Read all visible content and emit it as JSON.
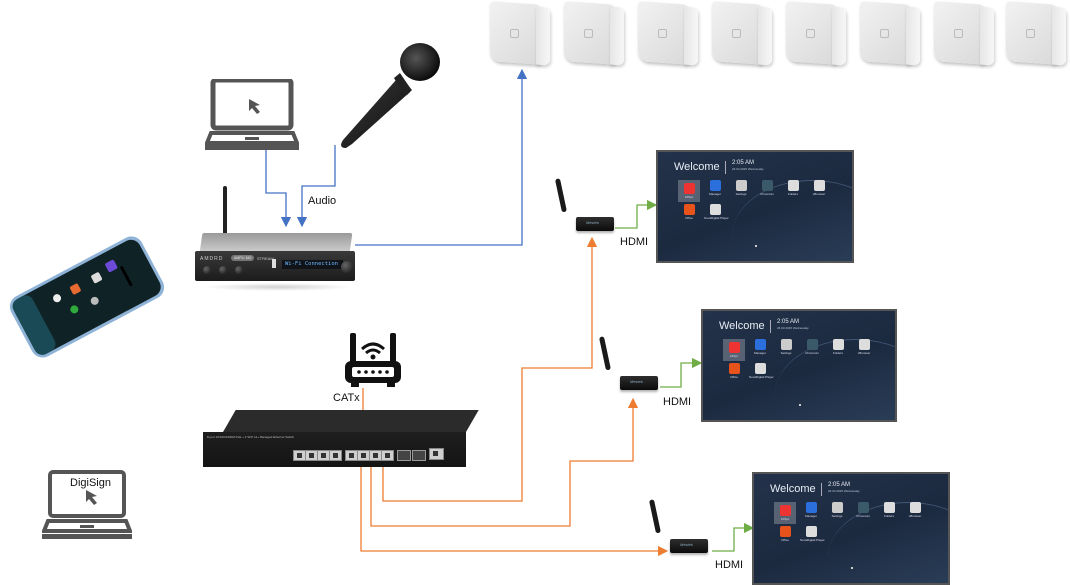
{
  "diagram": {
    "title": "AV over IP: Speakers, Amplifier Streamer and Digital Signage Players",
    "labels": {
      "audio": "Audio",
      "catx": "CATx",
      "hdmi_1": "HDMI",
      "hdmi_2": "HDMI",
      "hdmi_3": "HDMI",
      "digisign": "DigiSign"
    },
    "speakers": {
      "count": 8,
      "color": "#e9e9e9"
    },
    "amplifier": {
      "brand": "AMDRD",
      "model": "AMPLI 160",
      "mode": "STREAM",
      "display_text": "Wi-Fi Connection"
    },
    "media_player": {
      "brand": "Mestek",
      "count": 3
    },
    "screens": [
      {
        "welcome": "Welcome",
        "time": "2:05 AM",
        "date": "26.03.2025 Wednesday",
        "apps": [
          "InfSpc",
          "Manager",
          "Settings",
          "Chromium",
          "Folders",
          "vBrowser",
          "Office",
          "NovaDigital Player"
        ],
        "selected_app": "InfSpc"
      },
      {
        "welcome": "Welcome",
        "time": "2:05 AM",
        "date": "26.03.2025 Wednesday",
        "apps": [
          "InfSpc",
          "Manager",
          "Settings",
          "Chromium",
          "Folders",
          "vBrowser",
          "Office",
          "NovaDigital Player"
        ],
        "selected_app": "InfSpc"
      },
      {
        "welcome": "Welcome",
        "time": "2:05 AM",
        "date": "26.03.2025 Wednesday",
        "apps": [
          "InfSpc",
          "Manager",
          "Settings",
          "Chromium",
          "Folders",
          "vBrowser",
          "Office",
          "NovaDigital Player"
        ],
        "selected_app": "InfSpc"
      }
    ],
    "switch": {
      "caption": "8-port 10/100/1000M PoE + 2 SFP L2+ Managed Ethernet Switch",
      "rj45_ports": 8,
      "sfp_ports": 2
    },
    "connections": [
      {
        "from": "laptop",
        "to": "amplifier",
        "type": "audio",
        "color": "#4472c4"
      },
      {
        "from": "microphone",
        "to": "amplifier",
        "type": "audio",
        "label": "Audio",
        "color": "#4472c4"
      },
      {
        "from": "amplifier",
        "to": "speakers",
        "type": "speaker",
        "color": "#4472c4"
      },
      {
        "from": "router",
        "to": "switch",
        "type": "network",
        "label": "CATx",
        "color": "#ed7d31"
      },
      {
        "from": "switch",
        "to": "media-player-1",
        "type": "network",
        "color": "#ed7d31"
      },
      {
        "from": "switch",
        "to": "media-player-2",
        "type": "network",
        "color": "#ed7d31"
      },
      {
        "from": "switch",
        "to": "media-player-3",
        "type": "network",
        "color": "#ed7d31"
      },
      {
        "from": "media-player-1",
        "to": "screen-1",
        "type": "video",
        "label": "HDMI",
        "color": "#70ad47"
      },
      {
        "from": "media-player-2",
        "to": "screen-2",
        "type": "video",
        "label": "HDMI",
        "color": "#70ad47"
      },
      {
        "from": "media-player-3",
        "to": "screen-3",
        "type": "video",
        "label": "HDMI",
        "color": "#70ad47"
      }
    ]
  }
}
